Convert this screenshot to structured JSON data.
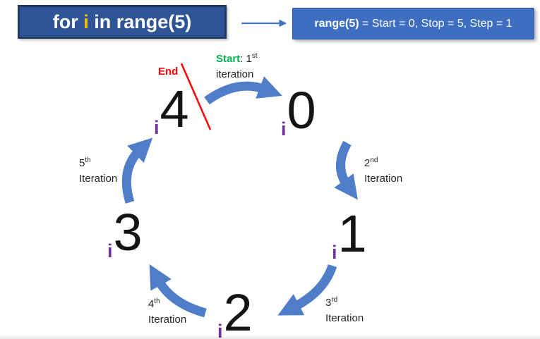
{
  "header": {
    "for_box": {
      "pre": "for ",
      "var": "i",
      "post": " in range(5)"
    },
    "range_box": {
      "bold": "range(5)",
      "rest": " = Start = 0, Stop = 5, Step = 1"
    }
  },
  "cycle": {
    "items": [
      {
        "var": "i",
        "value": "0"
      },
      {
        "var": "i",
        "value": "1"
      },
      {
        "var": "i",
        "value": "2"
      },
      {
        "var": "i",
        "value": "3"
      },
      {
        "var": "i",
        "value": "4"
      }
    ],
    "start_label": {
      "word": "Start",
      "rest": ": 1",
      "sup": "st",
      "line2": "iteration"
    },
    "end_label": "End",
    "iteration_labels": [
      {
        "num": "2",
        "sup": "nd",
        "word": "Iteration"
      },
      {
        "num": "3",
        "sup": "rd",
        "word": "Iteration"
      },
      {
        "num": "4",
        "sup": "th",
        "word": "Iteration"
      },
      {
        "num": "5",
        "sup": "th",
        "word": "Iteration"
      }
    ]
  },
  "colors": {
    "box1-bg": "#2F5597",
    "box1-border": "#1F3864",
    "box2-bg": "#3D6EBF",
    "box2-border": "#2C57A7",
    "arrow-blue": "#4F7DC8",
    "connector-blue": "#4472C4",
    "var-yellow": "#FFC000",
    "i-purple": "#7030A0",
    "start-green": "#00B050",
    "end-red": "#FF0000",
    "text-dark": "#262626"
  }
}
